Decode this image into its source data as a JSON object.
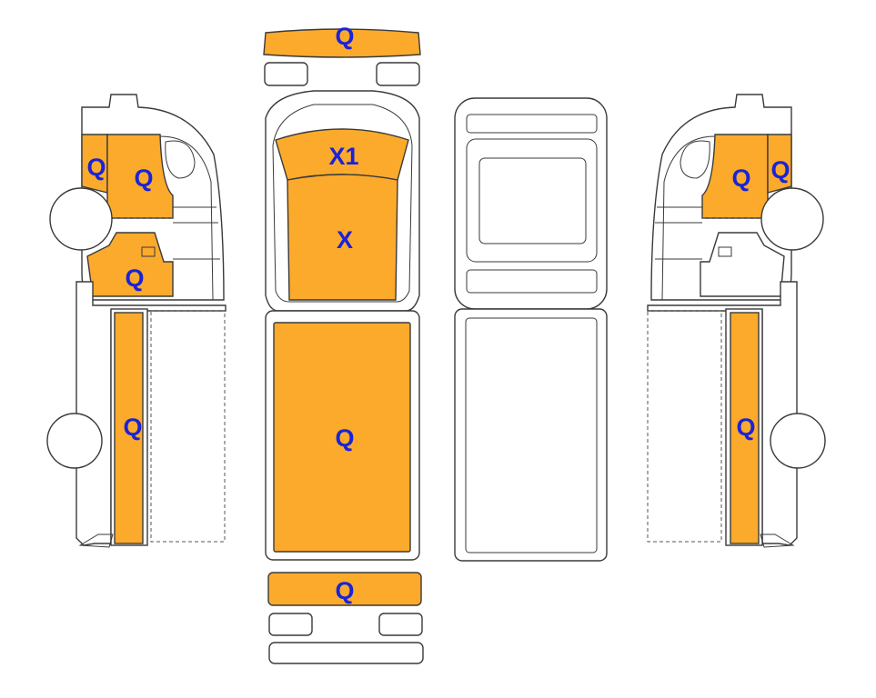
{
  "colors": {
    "zone_fill": "#FBAA2C",
    "label": "#1A23D6",
    "outline": "#3A3A3A"
  },
  "labels": {
    "front_bumper": "Q",
    "windshield": "X1",
    "hood": "X",
    "roof": "Q",
    "rear_bumper": "Q",
    "left_door_front": "Q",
    "left_door_rear": "Q",
    "left_lower_panel": "Q",
    "left_side_panel": "Q",
    "right_door_front": "Q",
    "right_door_rear": "Q",
    "right_side_panel": "Q"
  }
}
